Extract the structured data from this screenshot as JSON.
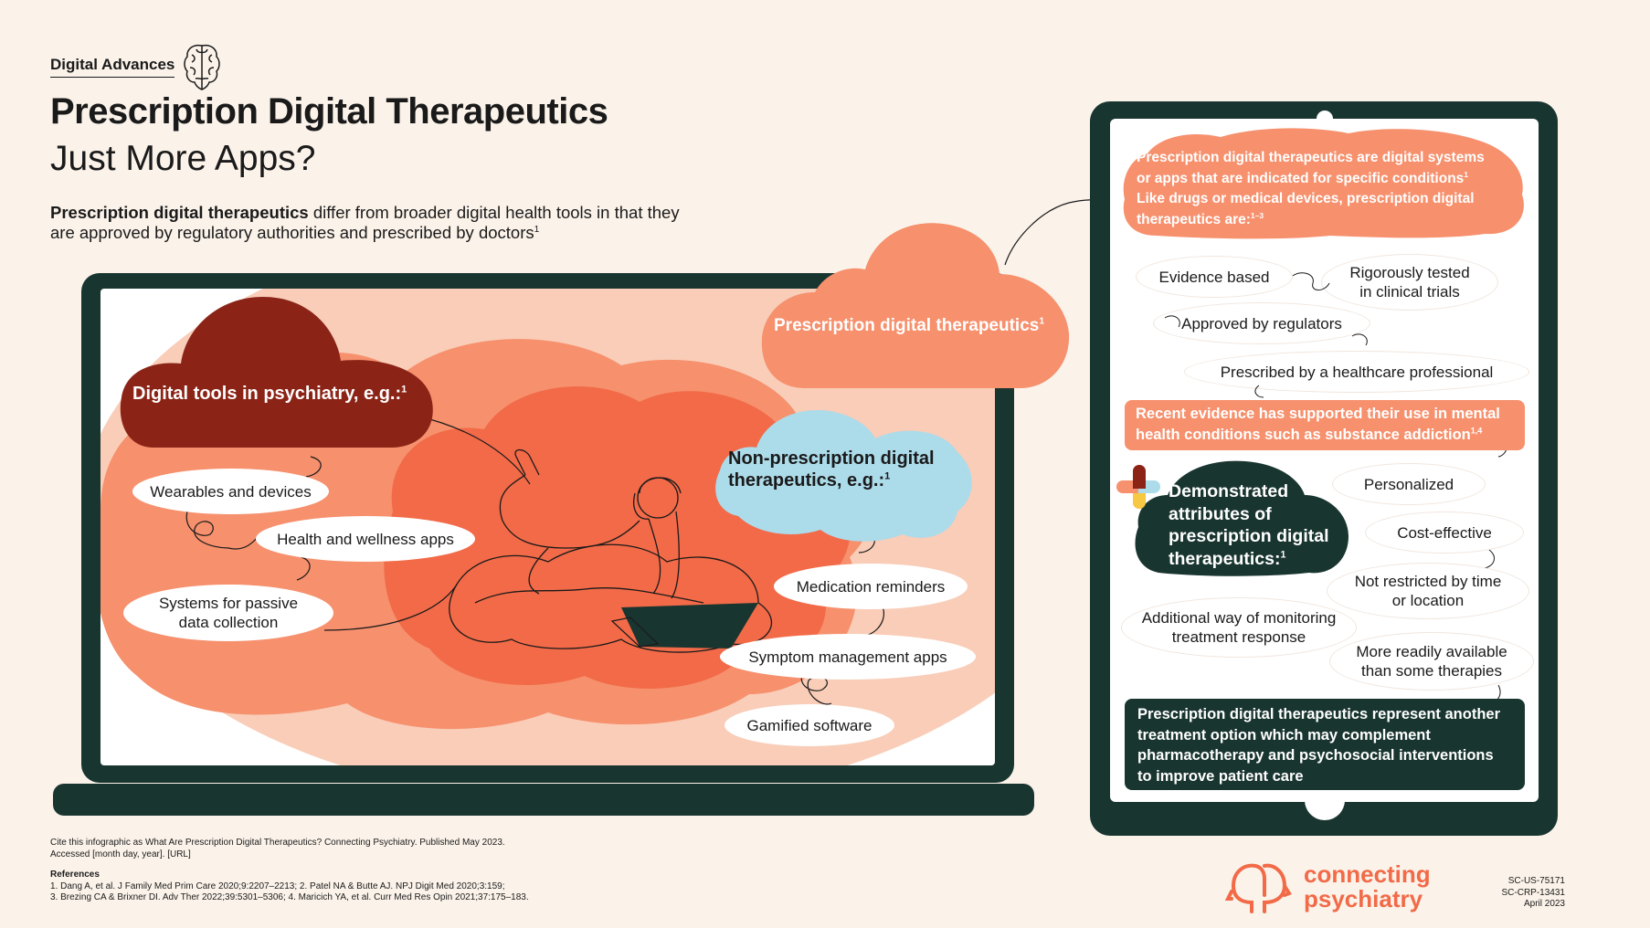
{
  "header": {
    "brand": "Digital Advances",
    "title": "Prescription Digital Therapeutics",
    "subtitle": "Just More Apps?"
  },
  "intro": {
    "bold": "Prescription digital therapeutics",
    "rest1": " differ from broader digital health tools in that they",
    "rest2": "are approved by regulatory authorities and prescribed by doctors",
    "sup": "1"
  },
  "laptop": {
    "tools_cloud": {
      "label": "Digital tools in psychiatry, e.g.:",
      "sup": "1"
    },
    "tools": [
      {
        "line1": "Wearables and devices"
      },
      {
        "line1": "Health and wellness apps"
      },
      {
        "line1": "Systems for passive",
        "line2": "data collection"
      }
    ],
    "pdt_cloud": {
      "label": "Prescription digital therapeutics",
      "sup": "1"
    },
    "nonrx_cloud": {
      "line1": "Non-prescription digital",
      "line2": "therapeutics, e.g.:",
      "sup": "1"
    },
    "nonrx": [
      {
        "line1": "Medication reminders"
      },
      {
        "line1": "Symptom management apps"
      },
      {
        "line1": "Gamified software"
      }
    ]
  },
  "tablet": {
    "top_cloud": {
      "line1": "Prescription digital therapeutics are digital systems",
      "line2": "or apps that are indicated for specific conditions",
      "sup2": "1",
      "line3": "Like drugs or medical devices, prescription digital",
      "line4": "therapeutics are:",
      "sup4": "1–3"
    },
    "features": [
      {
        "line1": "Evidence based"
      },
      {
        "line1": "Rigorously tested",
        "line2": "in clinical trials"
      },
      {
        "line1": "Approved by regulators"
      },
      {
        "line1": "Prescribed by a healthcare professional"
      }
    ],
    "evidence": {
      "line1": "Recent evidence has supported their use in mental",
      "line2": "health conditions such as substance addiction",
      "sup": "1,4"
    },
    "attributes_cloud": {
      "line1": "Demonstrated",
      "line2": "attributes of",
      "line3": "prescription digital",
      "line4": "therapeutics:",
      "sup": "1"
    },
    "attributes": [
      {
        "line1": "Personalized"
      },
      {
        "line1": "Cost-effective"
      },
      {
        "line1": "Not restricted by time",
        "line2": "or location"
      },
      {
        "line1": "Additional way of monitoring",
        "line2": "treatment response"
      },
      {
        "line1": "More readily available",
        "line2": "than some therapies"
      }
    ],
    "conclusion": {
      "line1": "Prescription digital therapeutics represent another",
      "line2": "treatment option which may complement",
      "line3": "pharmacotherapy and psychosocial interventions",
      "line4": "to improve patient care"
    }
  },
  "footer": {
    "cite1": "Cite this infographic as What Are Prescription Digital Therapeutics? Connecting Psychiatry. Published May 2023.",
    "cite2": "Accessed [month day, year]. [URL]",
    "refs_title": "References",
    "ref1": "1. Dang A, et al. J Family Med Prim Care 2020;9:2207–2213; 2. Patel NA & Butte AJ. NPJ Digit Med 2020;3:159;",
    "ref2": "3. Brezing CA & Brixner DI. Adv Ther 2022;39:5301–5306; 4. Maricich YA, et al. Curr Med Res Opin 2021;37:175–183.",
    "logo_line1": "connecting",
    "logo_line2": "psychiatry",
    "code1": "SC-US-75171",
    "code2": "SC-CRP-13431",
    "date": "April 2023"
  },
  "colors": {
    "dark": "#193530",
    "coral": "#f26a48",
    "salmon": "#f6906d",
    "peach": "#f9cdb8",
    "maroon": "#8b2417",
    "lightblue": "#acdbea",
    "bg": "#fbf3ea"
  }
}
